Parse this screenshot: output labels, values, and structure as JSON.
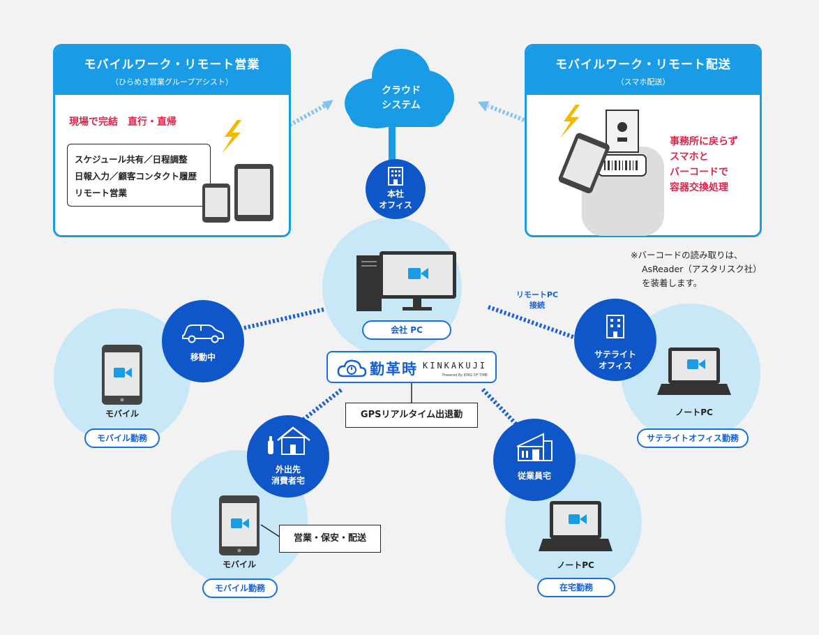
{
  "cloud": {
    "line1": "クラウド",
    "line2": "システム"
  },
  "left_panel": {
    "title": "モバイルワーク・リモート営業",
    "subtitle": "（ひらめき営業グループアシスト）",
    "headline": "現場で完結　直行・直帰",
    "items": [
      "スケジュール共有／日程調整",
      "日報入力／顧客コンタクト履歴",
      "リモート営業"
    ]
  },
  "right_panel": {
    "title": "モバイルワーク・リモート配送",
    "subtitle": "（スマホ配送）",
    "body": [
      "事務所に戻らず",
      "スマホと",
      "バーコードで",
      "容器交換処理"
    ]
  },
  "note": [
    "※バーコードの読み取りは、",
    "AsReader（アスタリスク社）",
    "を装着します。"
  ],
  "hq": {
    "line1": "本社",
    "line2": "オフィス",
    "pill": "会社 PC"
  },
  "remote_label": [
    "リモートPC",
    "接続"
  ],
  "logo": {
    "kanji": "勤革時",
    "latin": "KINKAKUJI",
    "tagline": "Powered By KING OF TIME"
  },
  "gps": "GPSリアルタイム出退勤",
  "moving": {
    "label": "移動中",
    "device": "モバイル",
    "pill": "モバイル勤務"
  },
  "satellite": {
    "line1": "サテライト",
    "line2": "オフィス",
    "device": "ノートPC",
    "pill": "サテライトオフィス勤務"
  },
  "visit": {
    "line1": "外出先",
    "line2": "消費者宅",
    "device": "モバイル",
    "pill": "モバイル勤務",
    "tag": "営業・保安・配送"
  },
  "home": {
    "label": "従業員宅",
    "device": "ノートPC",
    "pill": "在宅勤務"
  },
  "colors": {
    "dark_blue": "#0f56c9",
    "light_blue": "#c8e8f8",
    "accent": "#1a9be6",
    "red": "#e0234b",
    "camera": "#1a9be6"
  }
}
